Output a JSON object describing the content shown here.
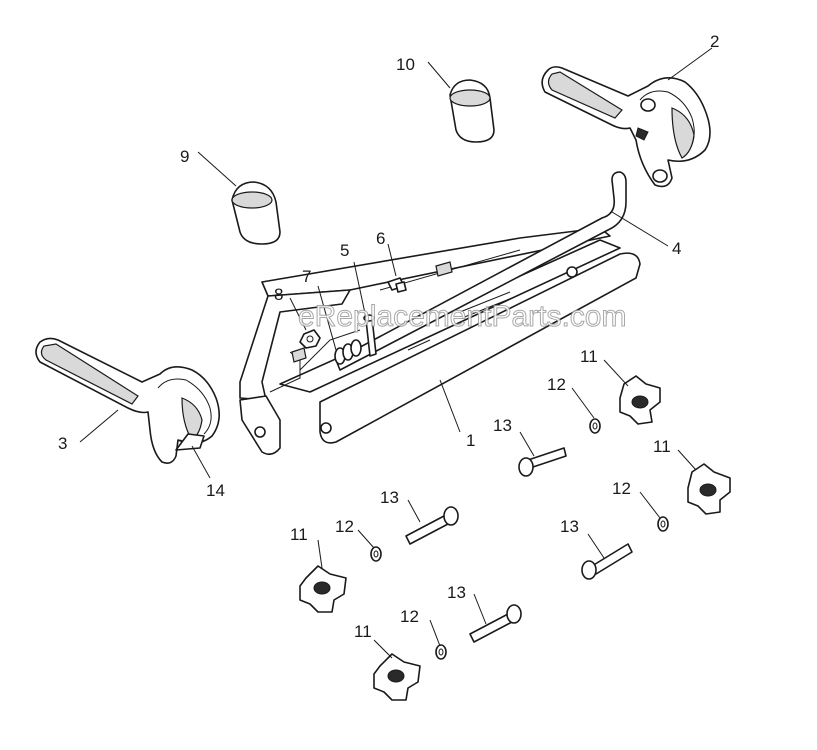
{
  "watermark": "eReplacementParts.com",
  "callouts": {
    "c1": "1",
    "c2": "2",
    "c3": "3",
    "c4": "4",
    "c5": "5",
    "c6": "6",
    "c7": "7",
    "c8": "8",
    "c9": "9",
    "c10": "10",
    "c11a": "11",
    "c11b": "11",
    "c11c": "11",
    "c11d": "11",
    "c12a": "12",
    "c12b": "12",
    "c12c": "12",
    "c12d": "12",
    "c13a": "13",
    "c13b": "13",
    "c13c": "13",
    "c13d": "13",
    "c14": "14"
  }
}
